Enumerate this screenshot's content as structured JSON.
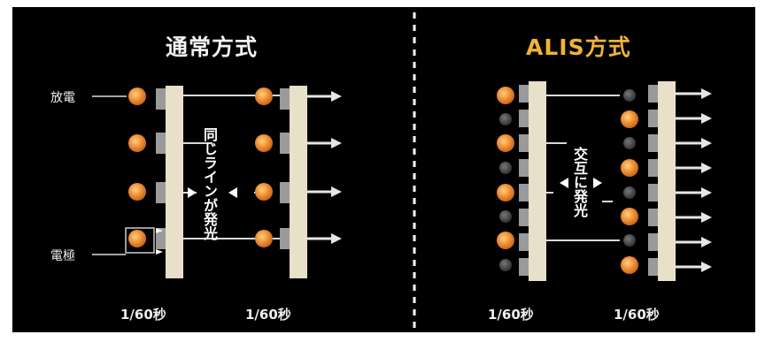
{
  "diagram": {
    "left_title": "通常方式",
    "right_title": "ALIS方式",
    "label_discharge": "放電",
    "label_electrode": "電極",
    "left_caption": "同じラインが発光",
    "right_caption": "交互に発光",
    "time_labels": [
      "1/60秒",
      "1/60秒",
      "1/60秒",
      "1/60秒"
    ]
  },
  "colors": {
    "background": "#000000",
    "electrode_panel": "#e8e0c8",
    "electrode_tab": "#9a9a9a",
    "lit_orb": "#f08a35",
    "unlit_orb": "#4a4a4a",
    "title_alis": "#f0b23a",
    "line": "#e6e6e6"
  }
}
